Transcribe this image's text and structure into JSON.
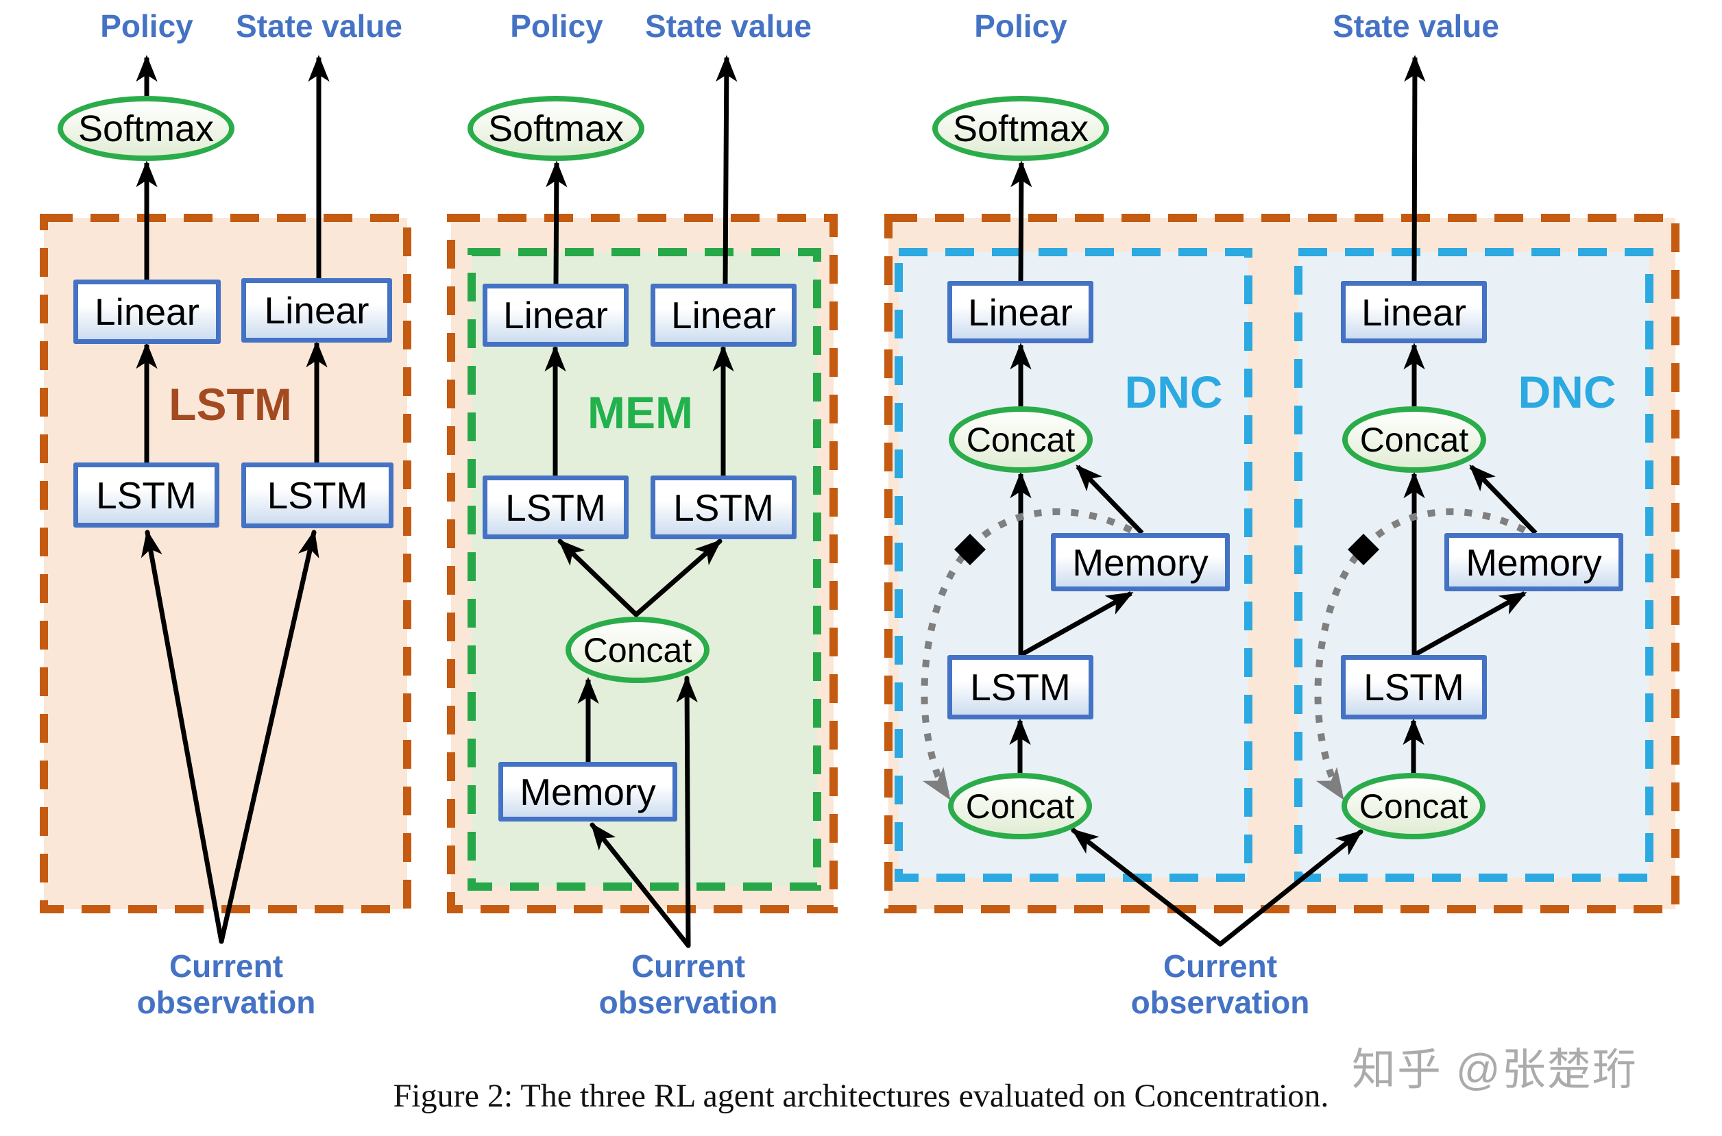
{
  "nodes": {
    "softmax": "Softmax",
    "linear": "Linear",
    "lstm": "LSTM",
    "memory": "Memory",
    "concat": "Concat"
  },
  "labels": {
    "policy": "Policy",
    "state_value": "State value",
    "current_observation": "Current observation"
  },
  "architectures": {
    "lstm": "LSTM",
    "mem": "MEM",
    "dnc": "DNC"
  },
  "caption": "Figure 2: The three RL agent architectures evaluated on Concentration.",
  "watermark": "知乎 @张楚珩",
  "colors": {
    "label_blue": "#4472C4",
    "panel_orange_border": "#C55A11",
    "panel_orange_fill": "#FAE7D7",
    "panel_green_border": "#27A848",
    "panel_green_fill": "#E4EFDB",
    "panel_cyan_border": "#2BA9E0",
    "panel_cyan_fill": "#E9F1F7",
    "node_box_border": "#4472C4",
    "ellipse_border": "#2BAC4A",
    "title_lstm": "#A34A21",
    "title_mem": "#22B14C",
    "title_dnc": "#2BA9E0",
    "arrow": "#000000",
    "recurrent_gray": "#7F7F7F",
    "watermark_gray": "#ABABAB"
  }
}
